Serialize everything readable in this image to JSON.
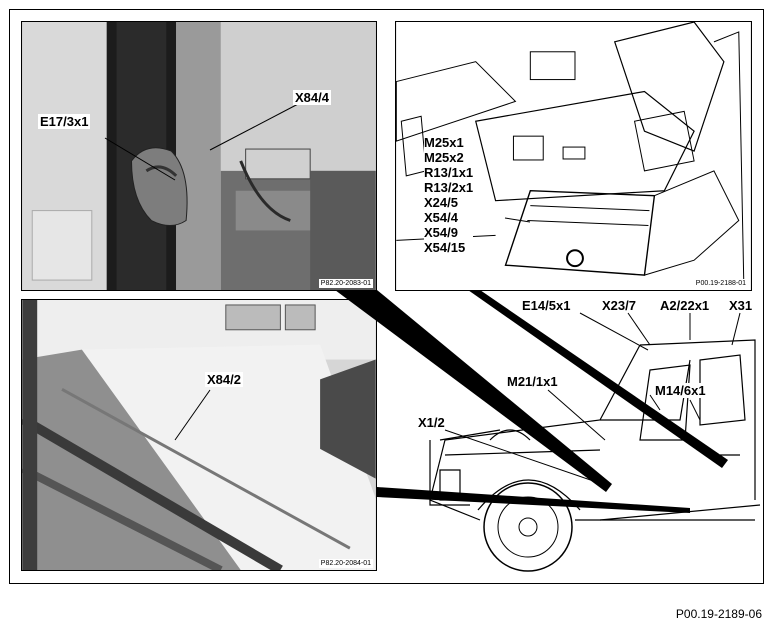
{
  "photo_top_left": {
    "photo_code": "P82.20-2083-01",
    "labels": {
      "e17_3x1": "E17/3x1",
      "x84_4": "X84/4"
    }
  },
  "photo_top_right": {
    "photo_code": "P00.19-2188-01",
    "connector_list": [
      "M25x1",
      "M25x2",
      "R13/1x1",
      "R13/2x1",
      "X24/5",
      "X54/4",
      "X54/9",
      "X54/15"
    ]
  },
  "photo_bottom_left": {
    "photo_code": "P82.20-2084-01",
    "labels": {
      "x84_2": "X84/2"
    }
  },
  "vehicle": {
    "labels": {
      "e14_5x1": "E14/5x1",
      "x23_7": "X23/7",
      "a2_22x1": "A2/22x1",
      "x31": "X31",
      "m21_1x1": "M21/1x1",
      "m14_6x1": "M14/6x1",
      "x1_2": "X1/2"
    }
  },
  "figure_code": "P00.19-2189-06"
}
